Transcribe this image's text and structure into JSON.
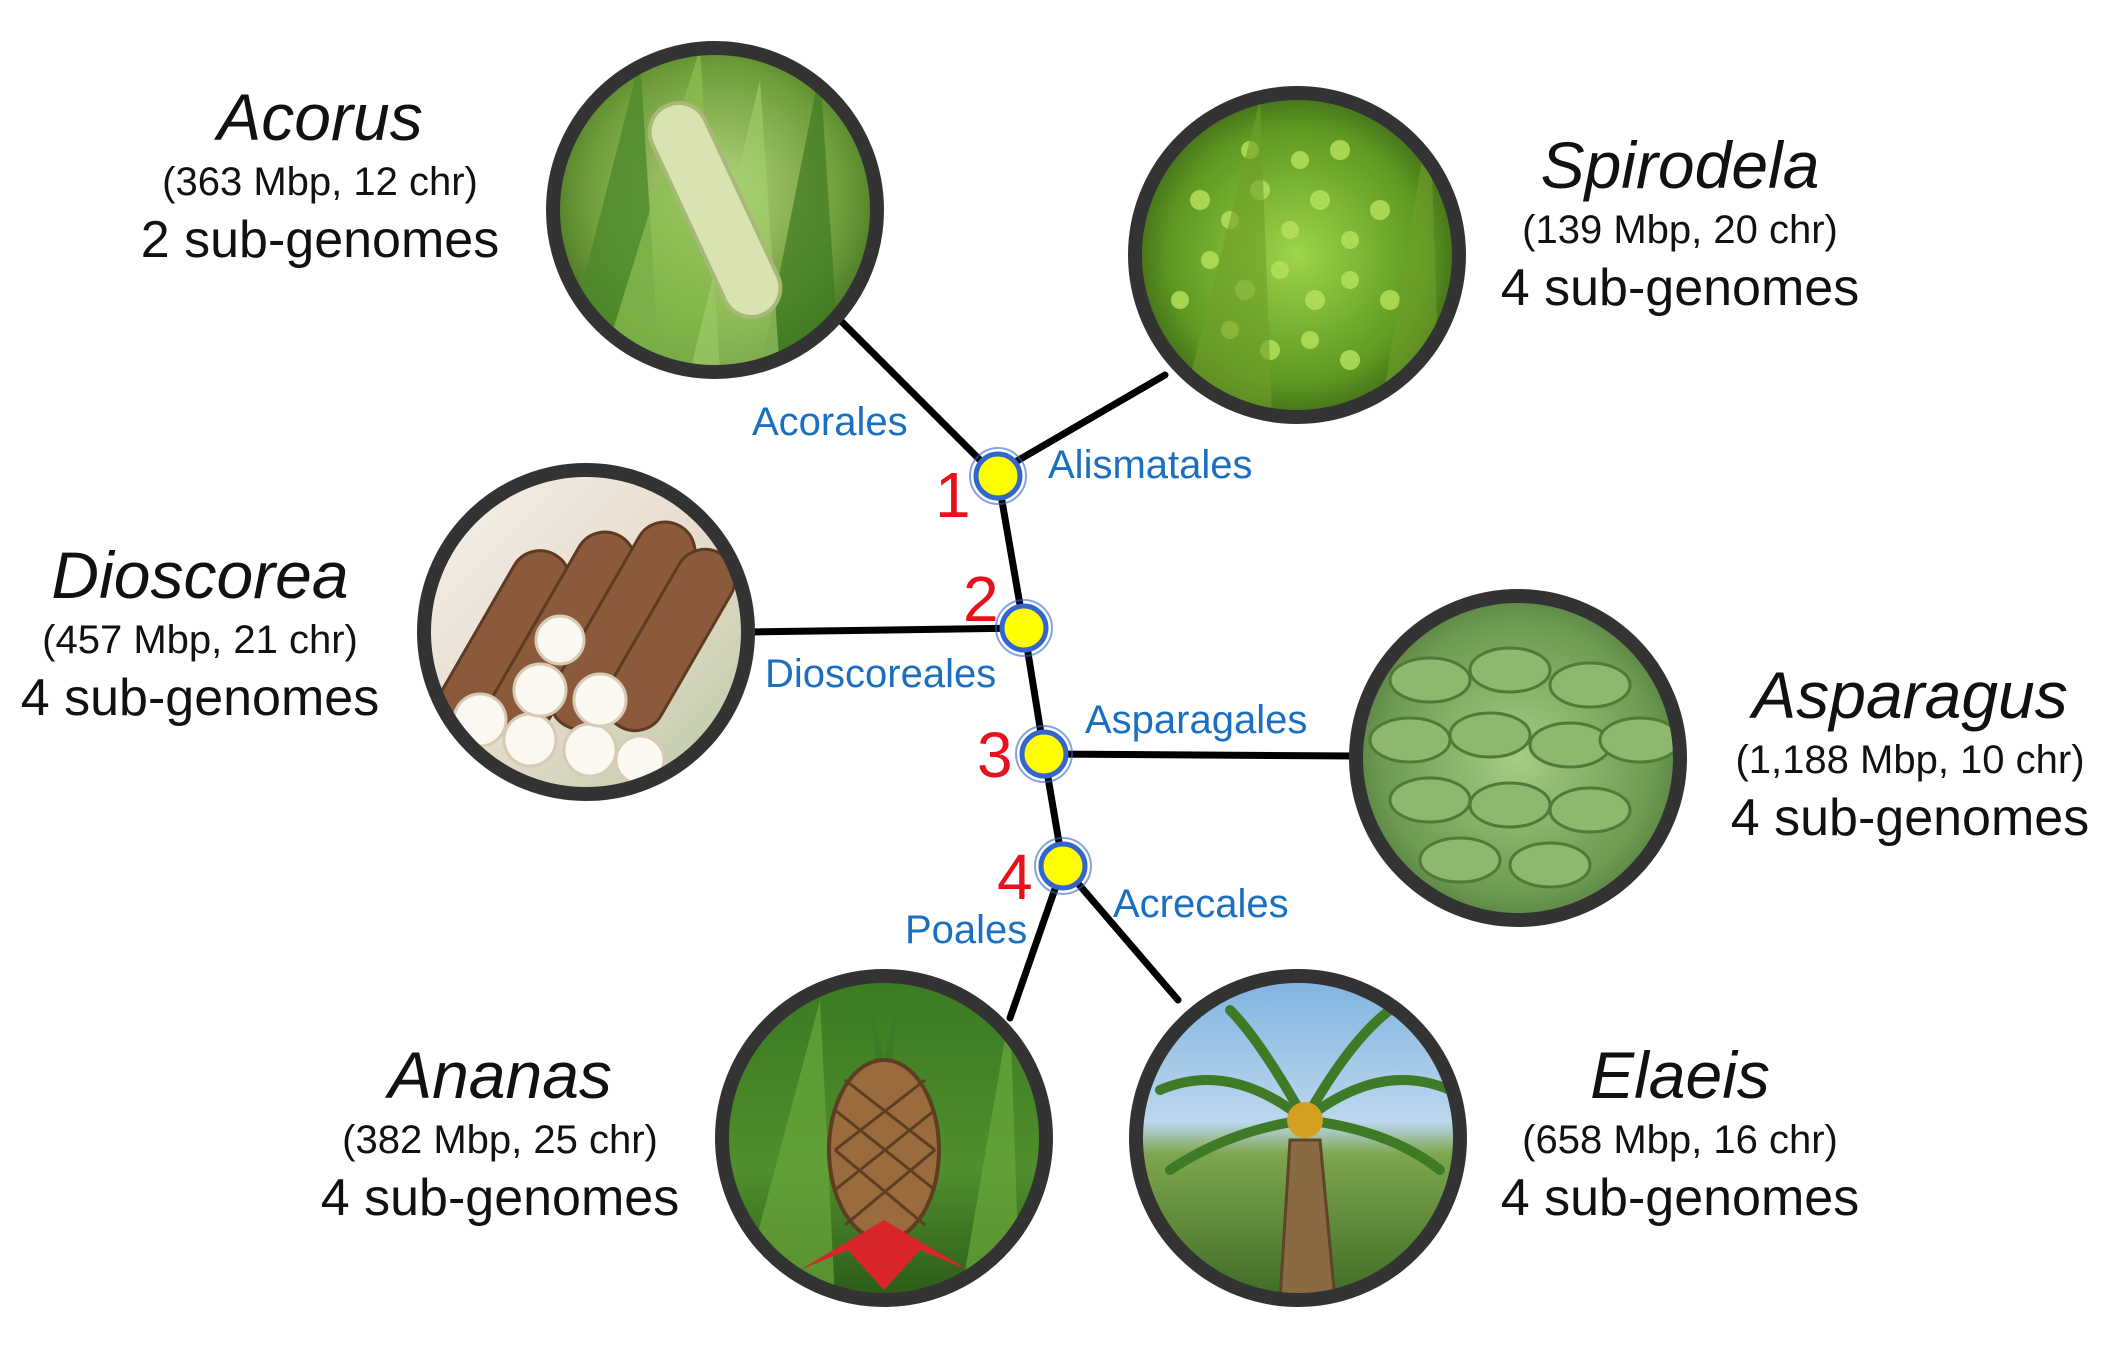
{
  "colors": {
    "branch": "#000000",
    "node_fill": "#ffff00",
    "node_ring": "#3366cc",
    "order_label": "#1a6fc0",
    "node_number": "#e8101a",
    "circle_frame": "#333333"
  },
  "species": [
    {
      "id": "acorus",
      "genus": "Acorus",
      "stats": "(363 Mbp, 12 chr)",
      "subgenomes": "2 sub-genomes",
      "image_desc": "acorus-spadix-photo"
    },
    {
      "id": "spirodela",
      "genus": "Spirodela",
      "stats": "(139 Mbp, 20 chr)",
      "subgenomes": "4 sub-genomes",
      "image_desc": "duckweed-photo"
    },
    {
      "id": "dioscorea",
      "genus": "Dioscorea",
      "stats": "(457 Mbp, 21 chr)",
      "subgenomes": "4 sub-genomes",
      "image_desc": "yam-tubers-photo"
    },
    {
      "id": "asparagus",
      "genus": "Asparagus",
      "stats": "(1,188 Mbp, 10 chr)",
      "subgenomes": "4 sub-genomes",
      "image_desc": "asparagus-spears-photo"
    },
    {
      "id": "ananas",
      "genus": "Ananas",
      "stats": "(382 Mbp, 25 chr)",
      "subgenomes": "4 sub-genomes",
      "image_desc": "pineapple-photo"
    },
    {
      "id": "elaeis",
      "genus": "Elaeis",
      "stats": "(658 Mbp, 16 chr)",
      "subgenomes": "4 sub-genomes",
      "image_desc": "palm-tree-photo"
    }
  ],
  "orders": {
    "acorales": "Acorales",
    "alismatales": "Alismatales",
    "dioscoreales": "Dioscoreales",
    "asparagales": "Asparagales",
    "poales": "Poales",
    "acrecales": "Acrecales"
  },
  "nodes": [
    "1",
    "2",
    "3",
    "4"
  ]
}
